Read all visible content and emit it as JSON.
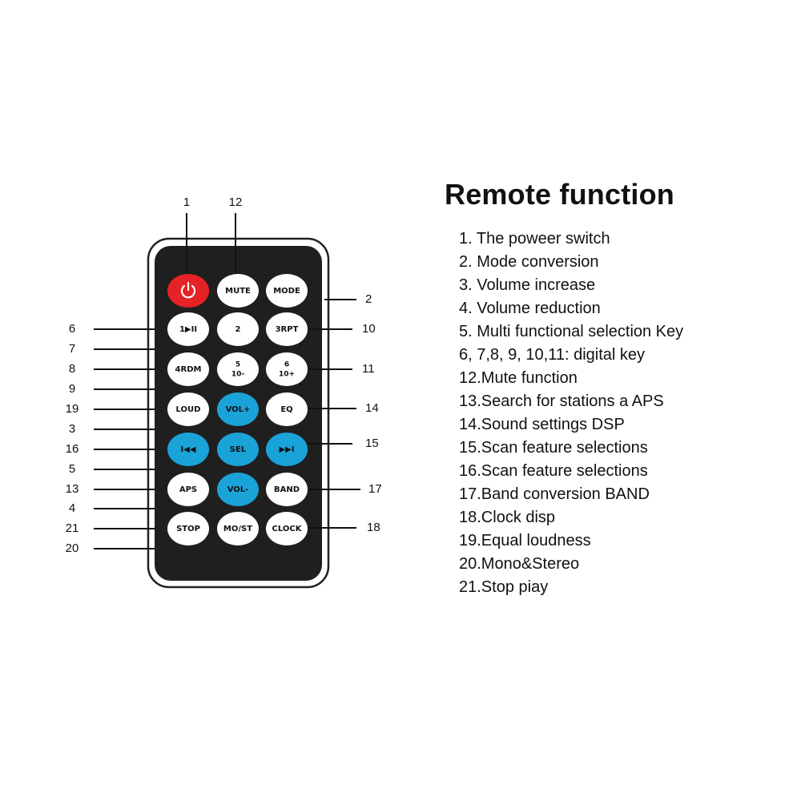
{
  "colors": {
    "remote_body": "#1f1f1f",
    "remote_outline": "#222222",
    "button_white": "#ffffff",
    "button_blue": "#1aa3d9",
    "button_power": "#e52225",
    "text": "#111111"
  },
  "remote": {
    "buttons": [
      {
        "id": "power",
        "label": "",
        "icon": "power-icon",
        "color": "red"
      },
      {
        "id": "mute",
        "label": "MUTE",
        "color": "white"
      },
      {
        "id": "mode",
        "label": "MODE",
        "color": "white"
      },
      {
        "id": "play-pause",
        "label": "1▶II",
        "color": "white"
      },
      {
        "id": "key-2",
        "label": "2",
        "color": "white"
      },
      {
        "id": "rpt",
        "label": "3RPT",
        "color": "white"
      },
      {
        "id": "rdm",
        "label": "4RDM",
        "color": "white"
      },
      {
        "id": "key-5",
        "label": "5",
        "label2": "10-",
        "color": "white"
      },
      {
        "id": "key-6",
        "label": "6",
        "label2": "10+",
        "color": "white"
      },
      {
        "id": "loud",
        "label": "LOUD",
        "color": "white"
      },
      {
        "id": "vol-up",
        "label": "VOL+",
        "color": "blue"
      },
      {
        "id": "eq",
        "label": "EQ",
        "color": "white"
      },
      {
        "id": "prev",
        "label": "I◀◀",
        "color": "blue"
      },
      {
        "id": "sel",
        "label": "SEL",
        "color": "blue"
      },
      {
        "id": "next",
        "label": "▶▶I",
        "color": "blue"
      },
      {
        "id": "aps",
        "label": "APS",
        "color": "white"
      },
      {
        "id": "vol-down",
        "label": "VOL-",
        "color": "blue"
      },
      {
        "id": "band",
        "label": "BAND",
        "color": "white"
      },
      {
        "id": "stop",
        "label": "STOP",
        "color": "white"
      },
      {
        "id": "mo-st",
        "label": "MO/ST",
        "color": "white"
      },
      {
        "id": "clock",
        "label": "CLOCK",
        "color": "white"
      }
    ],
    "callouts": {
      "top": [
        "1",
        "12"
      ],
      "left": [
        "6",
        "7",
        "8",
        "9",
        "19",
        "3",
        "16",
        "5",
        "13",
        "4",
        "21",
        "20"
      ],
      "right": [
        "2",
        "10",
        "11",
        "14",
        "15",
        "17",
        "18"
      ]
    }
  },
  "legend": {
    "title": "Remote function",
    "items": [
      "1. The poweer switch",
      "2. Mode conversion",
      "3. Volume increase",
      "4. Volume reduction",
      "5. Multi functional selection Key",
      "6, 7,8, 9, 10,11: digital key",
      "12.Mute function",
      "13.Search for stations a APS",
      "14.Sound settings DSP",
      "15.Scan feature selections",
      "16.Scan feature selections",
      "17.Band conversion BAND",
      "18.Clock disp",
      "19.Equal loudness",
      "20.Mono&Stereo",
      "21.Stop piay"
    ]
  }
}
